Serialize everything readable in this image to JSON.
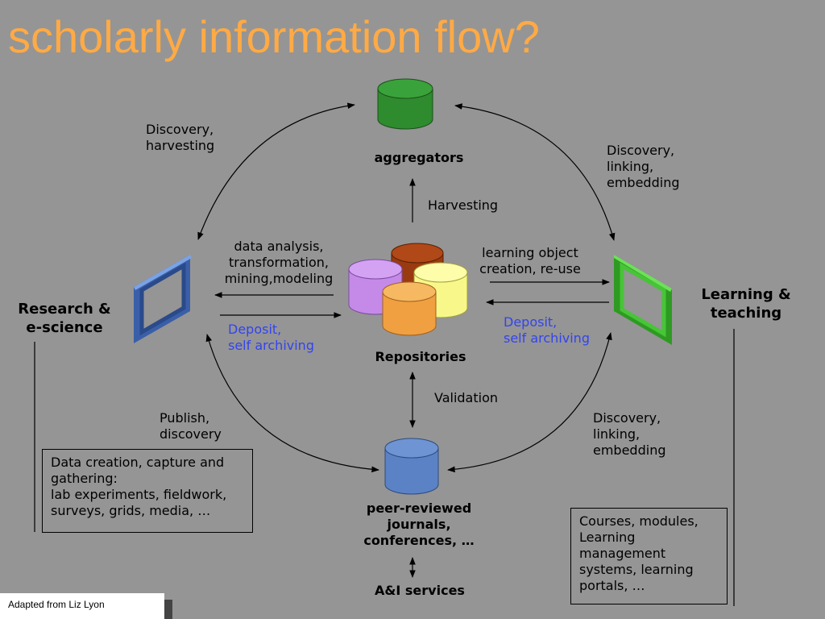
{
  "slide": {
    "title": "scholarly information flow?",
    "credit": "Adapted from Liz Lyon"
  },
  "nodes": {
    "aggregators": "aggregators",
    "repositories": "Repositories",
    "research": "Research &\ne-science",
    "learning": "Learning &\nteaching",
    "journals": "peer-reviewed\njournals,\nconferences, …",
    "ai_services": "A&I services"
  },
  "edges": {
    "discovery_harvesting": "Discovery,\nharvesting",
    "discovery_linking_top": "Discovery,\nlinking,\nembedding",
    "harvesting": "Harvesting",
    "data_analysis": "data analysis,\ntransformation,\nmining,modeling",
    "learning_object": "learning object\ncreation, re-use",
    "deposit_left": "Deposit,\nself archiving",
    "deposit_right": "Deposit,\nself archiving",
    "validation": "Validation",
    "publish_discovery": "Publish,\ndiscovery",
    "discovery_linking_bottom": "Discovery,\nlinking,\nembedding"
  },
  "boxes": {
    "data_creation": "Data creation, capture and\ngathering:\nlab experiments, fieldwork,\nsurveys, grids, media, …",
    "courses": "Courses, modules,\nLearning\nmanagement\nsystems, learning\nportals, …"
  },
  "colors": {
    "title": "#ffaa44",
    "background": "#959595",
    "aggregator_db": "#2e8b2e",
    "journal_db": "#5b82c4",
    "research_frame": "#4f7fd0",
    "learning_frame": "#3fbf2f",
    "deposit_text": "#3344ee"
  }
}
